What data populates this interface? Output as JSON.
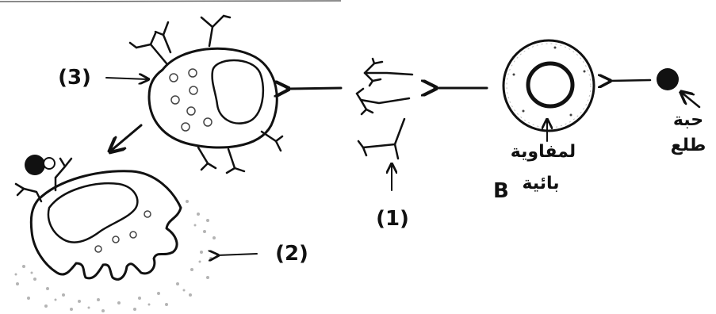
{
  "labels": {
    "label_1": "(1)",
    "label_2": "(2)",
    "label_3": "(3)",
    "b_cell_line1": "لمفاوية",
    "b_cell_line2": "بائية",
    "b_cell_letter": "B",
    "pollen_line1": "حبة",
    "pollen_line2": "طلع"
  },
  "colors": {
    "ink": "#111111",
    "background": "#ffffff",
    "stipple": "#555555"
  }
}
